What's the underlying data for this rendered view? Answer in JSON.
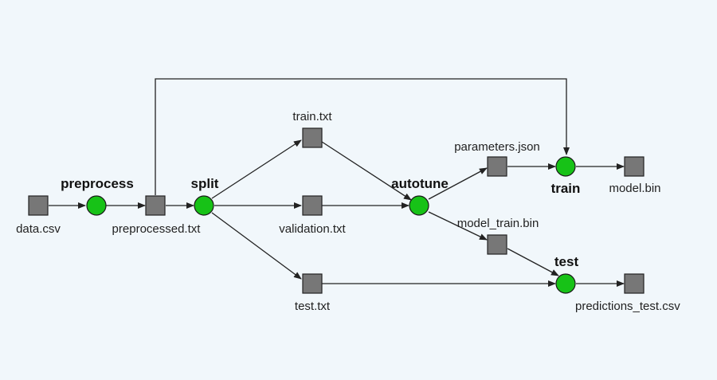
{
  "files": {
    "data_csv": "data.csv",
    "preprocessed_txt": "preprocessed.txt",
    "train_txt": "train.txt",
    "validation_txt": "validation.txt",
    "test_txt": "test.txt",
    "parameters_json": "parameters.json",
    "model_train_bin": "model_train.bin",
    "model_bin": "model.bin",
    "predictions_test_csv": "predictions_test.csv"
  },
  "steps": {
    "preprocess": "preprocess",
    "split": "split",
    "autotune": "autotune",
    "train": "train",
    "test": "test"
  },
  "colors": {
    "background": "#f1f7fb",
    "step_fill": "#17c217",
    "file_fill": "#777777",
    "edge": "#222222"
  }
}
